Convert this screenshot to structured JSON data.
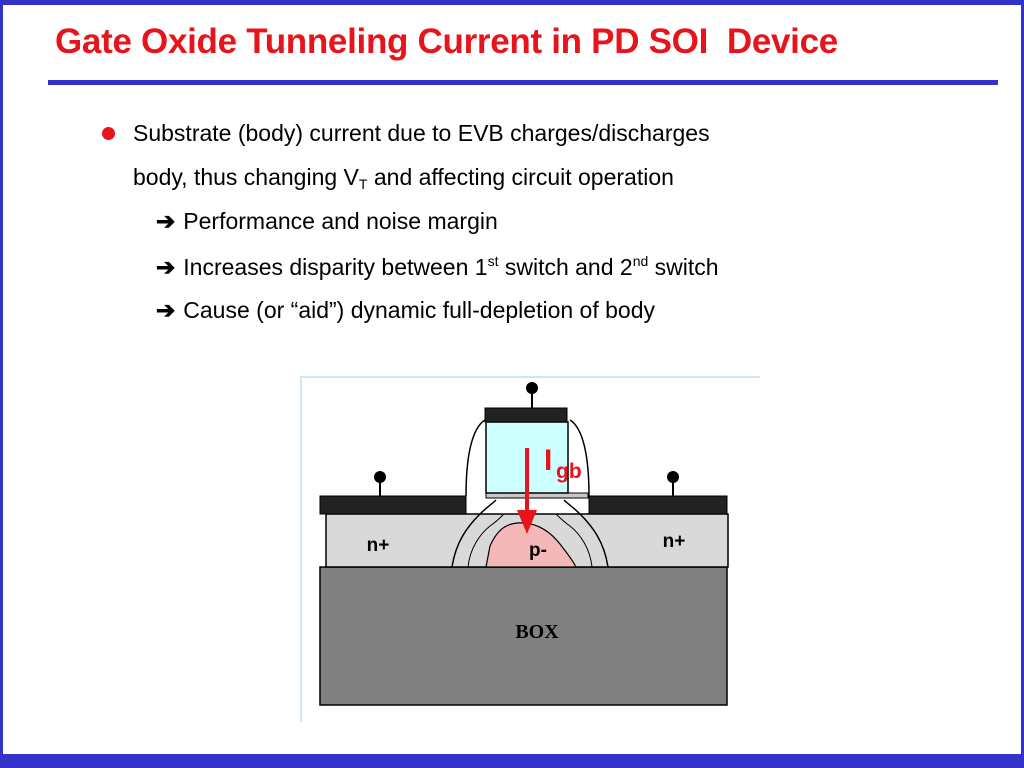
{
  "title": "Gate Oxide Tunneling Current in PD SOI  Device",
  "bullet": {
    "line1": "Substrate (body) current due to EVB charges/discharges",
    "line2_pre": "body, thus changing V",
    "line2_sub": "T",
    "line2_post": " and affecting circuit operation"
  },
  "subpoints": {
    "arrow": "➔",
    "p1": "Performance and noise margin",
    "p2_pre": "Increases disparity between 1",
    "p2_sup1": "st",
    "p2_mid": " switch and 2",
    "p2_sup2": "nd",
    "p2_post": " switch",
    "p3": "Cause (or “aid”) dynamic full-depletion of body"
  },
  "diagram": {
    "left_region": "n+",
    "right_region": "n+",
    "body_region": "p-",
    "box_label": "BOX",
    "current_main": "I",
    "current_sub": "gb",
    "colors": {
      "box": "#808080",
      "silicon": "#d9d9d9",
      "body": "#f4b8b8",
      "gate_oxide": "#ccffff",
      "contact": "#222222",
      "arrow": "#e8141b"
    }
  }
}
